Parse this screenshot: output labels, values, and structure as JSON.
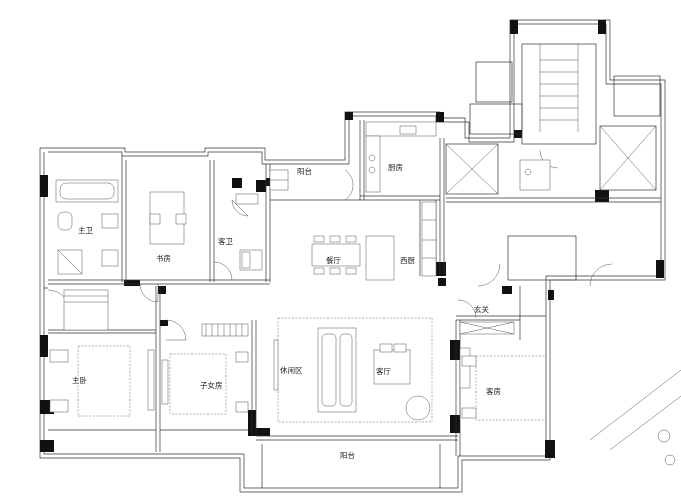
{
  "rooms": {
    "master_bath": "主卫",
    "study": "书房",
    "guest_bath": "客卫",
    "balcony_top": "阳台",
    "kitchen": "厨房",
    "dining": "餐厅",
    "west_kitchen": "西厨",
    "entrance": "玄关",
    "master_bedroom": "主卧",
    "kids_room": "子女房",
    "leisure": "休闲区",
    "living": "客厅",
    "guest_room": "客房",
    "balcony_bottom": "阳台"
  },
  "colors": {
    "wall": "#111111",
    "line": "#333333"
  }
}
